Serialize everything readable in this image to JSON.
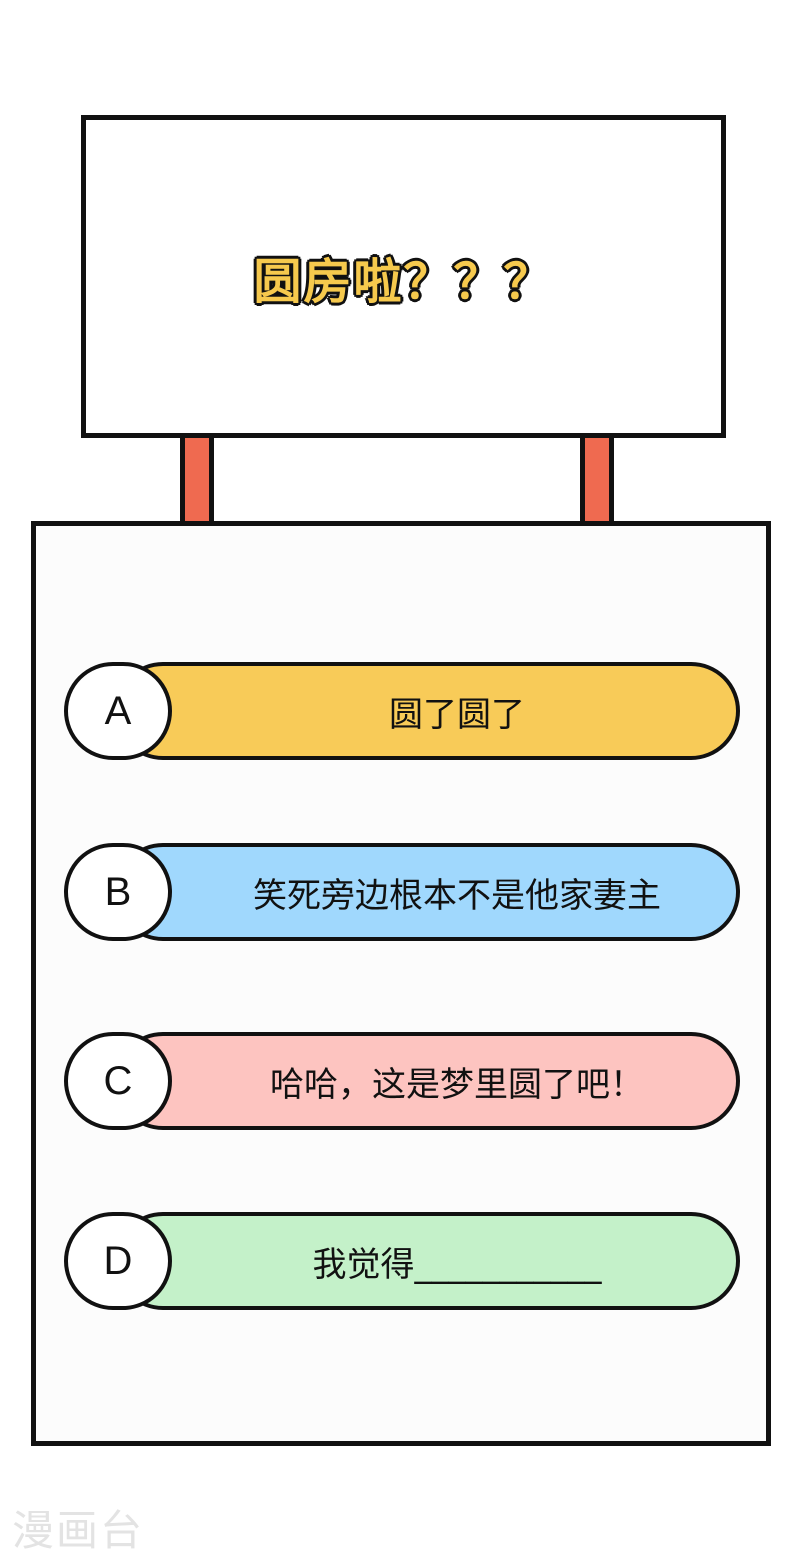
{
  "question": "圆房啦？？？",
  "colors": {
    "post": "#ef6a50",
    "title_fill": "#f6c94d",
    "option_a": "#f8cb58",
    "option_b": "#a0d8fd",
    "option_c": "#fdc4c0",
    "option_d": "#c4f1c9"
  },
  "options": [
    {
      "letter": "A",
      "text": "圆了圆了"
    },
    {
      "letter": "B",
      "text": "笑死旁边根本不是他家妻主"
    },
    {
      "letter": "C",
      "text": "哈哈，这是梦里圆了吧！"
    },
    {
      "letter": "D",
      "text": "我觉得___________"
    }
  ],
  "watermark": "漫画台"
}
